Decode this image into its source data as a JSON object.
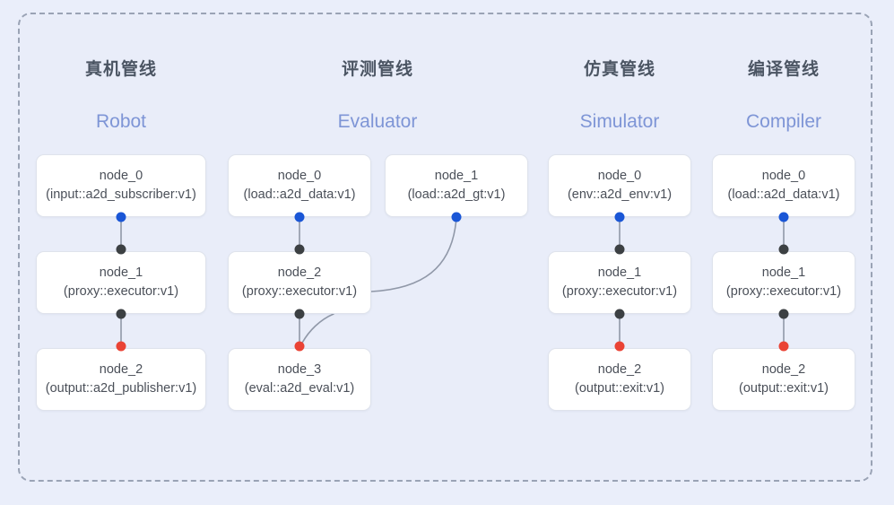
{
  "diagram": {
    "background_color": "#eaeefa",
    "frame_border_color": "#9aa3b5",
    "port_colors": {
      "output": "#1a56d6",
      "relay": "#3c4043",
      "terminal": "#ea4335"
    },
    "columns": [
      {
        "title_cn": "真机管线",
        "title_en": "Robot",
        "nodes": [
          {
            "id": "node_0",
            "type": "(input::a2d_subscriber:v1)"
          },
          {
            "id": "node_1",
            "type": "(proxy::executor:v1)"
          },
          {
            "id": "node_2",
            "type": "(output::a2d_publisher:v1)"
          }
        ]
      },
      {
        "title_cn": "评测管线",
        "title_en": "Evaluator",
        "nodes": [
          {
            "id": "node_0",
            "type": "(load::a2d_data:v1)"
          },
          {
            "id": "node_1",
            "type": "(load::a2d_gt:v1)"
          },
          {
            "id": "node_2",
            "type": "(proxy::executor:v1)"
          },
          {
            "id": "node_3",
            "type": "(eval::a2d_eval:v1)"
          }
        ]
      },
      {
        "title_cn": "仿真管线",
        "title_en": "Simulator",
        "nodes": [
          {
            "id": "node_0",
            "type": "(env::a2d_env:v1)"
          },
          {
            "id": "node_1",
            "type": "(proxy::executor:v1)"
          },
          {
            "id": "node_2",
            "type": "(output::exit:v1)"
          }
        ]
      },
      {
        "title_cn": "编译管线",
        "title_en": "Compiler",
        "nodes": [
          {
            "id": "node_0",
            "type": "(load::a2d_data:v1)"
          },
          {
            "id": "node_1",
            "type": "(proxy::executor:v1)"
          },
          {
            "id": "node_2",
            "type": "(output::exit:v1)"
          }
        ]
      }
    ]
  }
}
